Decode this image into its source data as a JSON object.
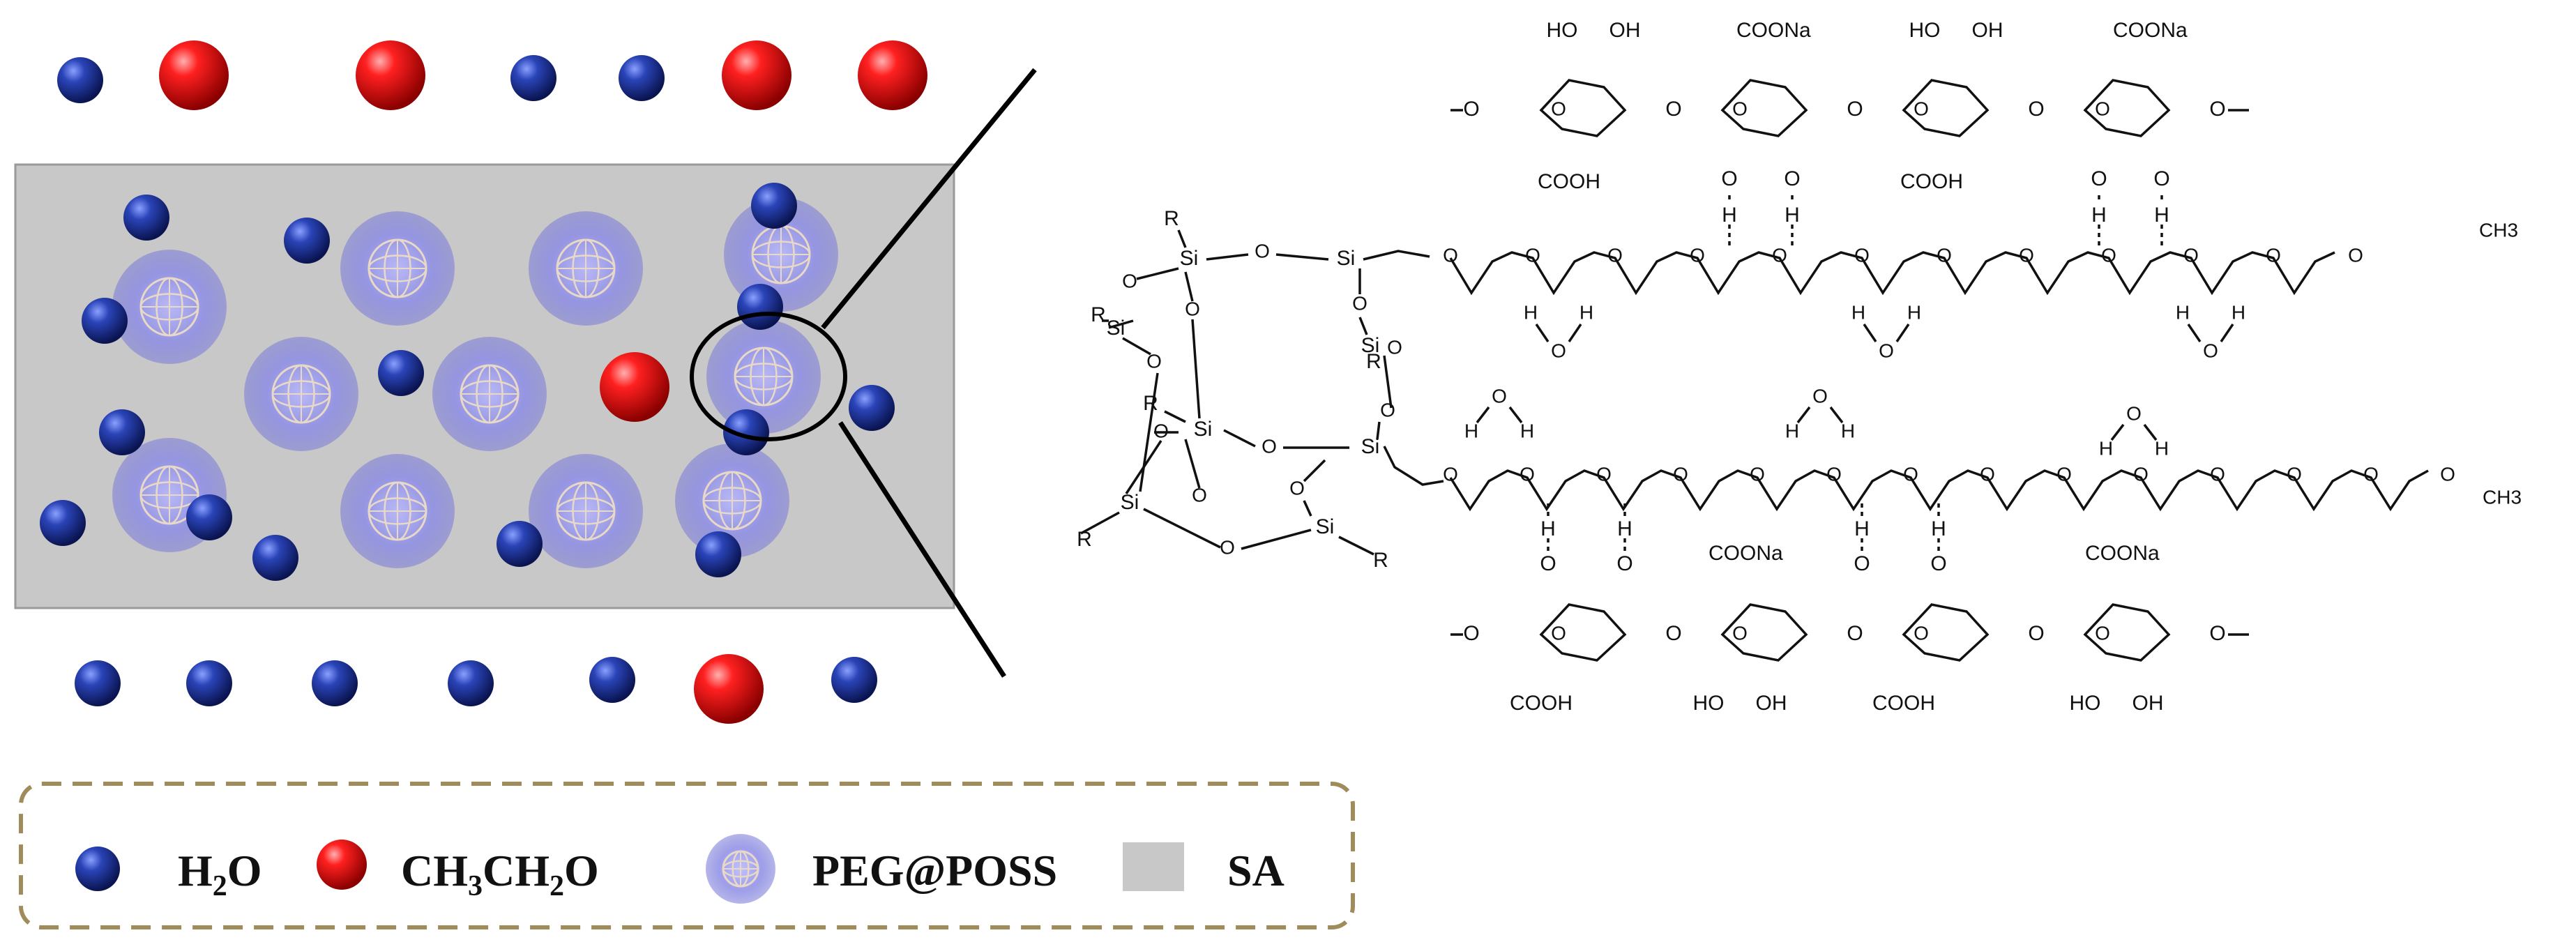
{
  "legend": {
    "water": {
      "base": "H",
      "sub": "2",
      "tail": "O"
    },
    "ethanol": {
      "p1": "CH",
      "s1": "3",
      "p2": "CH",
      "s2": "2",
      "p3": "O"
    },
    "peg_poss": "PEG@POSS",
    "sa": "SA"
  },
  "chem": {
    "si": "Si",
    "o": "O",
    "r": "R",
    "h": "H",
    "ho": "HO",
    "oh": "OH",
    "coona": "COONa",
    "cooh": "COOH",
    "ch3": "CH3"
  },
  "colors": {
    "water": "#1a2f8f",
    "ethanol": "#e01010",
    "peg_poss": "#8c8ce6",
    "sa": "#c8c8c8",
    "legend_border": "#a08c5a"
  }
}
